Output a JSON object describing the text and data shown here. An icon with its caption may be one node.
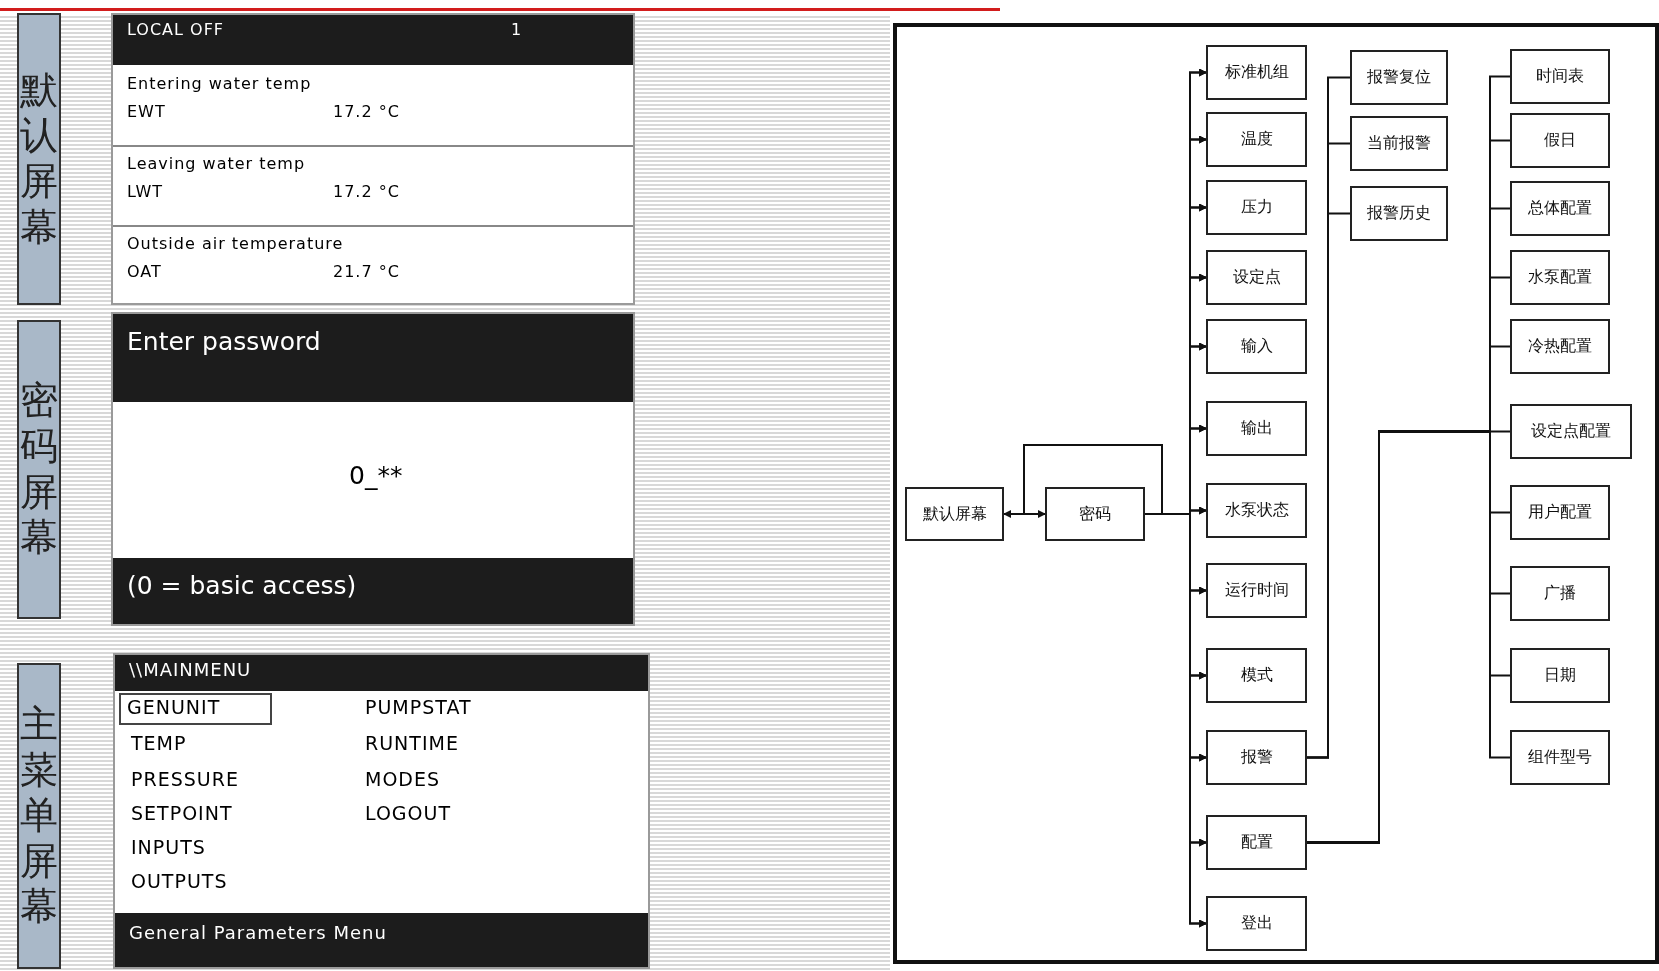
{
  "diagram": {
    "nodes": [
      {
        "text": [
          "默认屏幕"
        ]
      },
      {
        "text": [
          "LOCAL OFF",
          "1",
          "Entering water temp",
          "EWT",
          "17.2 °C",
          "Leaving water temp",
          "LWT",
          "17.2 °C",
          "Outside air temperature",
          "OAT",
          "21.7 °C"
        ]
      },
      {
        "text": [
          "密码屏幕"
        ]
      },
      {
        "text": [
          "Enter password",
          "0_**",
          "(0 = basic access)"
        ]
      },
      {
        "text": [
          "主菜单屏幕"
        ]
      },
      {
        "text": [
          "\\\\MAINMENU",
          "GENUNIT",
          "PUMPSTAT",
          "TEMP",
          "RUNTIME",
          "PRESSURE",
          "MODES",
          "SETPOINT",
          "LOGOUT",
          "INPUTS",
          "OUTPUTS",
          "General Parameters Menu"
        ]
      },
      {
        "text": [
          "默认屏幕"
        ]
      },
      {
        "text": [
          "密码"
        ]
      },
      {
        "text": [
          "标准机组"
        ]
      },
      {
        "text": [
          "温度"
        ]
      },
      {
        "text": [
          "压力"
        ]
      },
      {
        "text": [
          "设定点"
        ]
      },
      {
        "text": [
          "输入"
        ]
      },
      {
        "text": [
          "输出"
        ]
      },
      {
        "text": [
          "水泵状态"
        ]
      },
      {
        "text": [
          "运行时间"
        ]
      },
      {
        "text": [
          "模式"
        ]
      },
      {
        "text": [
          "报警"
        ]
      },
      {
        "text": [
          "配置"
        ]
      },
      {
        "text": [
          "登出"
        ]
      },
      {
        "text": [
          "报警复位"
        ]
      },
      {
        "text": [
          "当前报警"
        ]
      },
      {
        "text": [
          "报警历史"
        ]
      },
      {
        "text": [
          "时间表"
        ]
      },
      {
        "text": [
          "假日"
        ]
      },
      {
        "text": [
          "总体配置"
        ]
      },
      {
        "text": [
          "水泵配置"
        ]
      },
      {
        "text": [
          "冷热配置"
        ]
      },
      {
        "text": [
          "设定点配置"
        ]
      },
      {
        "text": [
          "用户配置"
        ]
      },
      {
        "text": [
          "广播"
        ]
      },
      {
        "text": [
          "日期"
        ]
      },
      {
        "text": [
          "组件型号"
        ]
      }
    ],
    "edges": [
      {
        "from": 6,
        "to": 7,
        "arrow": "both"
      },
      {
        "from": 6,
        "to": 8,
        "arrow": "to"
      },
      {
        "from": 6,
        "to": 9,
        "arrow": "to"
      },
      {
        "from": 6,
        "to": 10,
        "arrow": "to"
      },
      {
        "from": 6,
        "to": 11,
        "arrow": "to"
      },
      {
        "from": 6,
        "to": 12,
        "arrow": "to"
      },
      {
        "from": 6,
        "to": 13,
        "arrow": "to"
      },
      {
        "from": 6,
        "to": 14,
        "arrow": "to"
      },
      {
        "from": 6,
        "to": 15,
        "arrow": "to"
      },
      {
        "from": 6,
        "to": 16,
        "arrow": "to"
      },
      {
        "from": 6,
        "to": 17,
        "arrow": "to"
      },
      {
        "from": 6,
        "to": 18,
        "arrow": "to"
      },
      {
        "from": 6,
        "to": 19,
        "arrow": "to"
      },
      {
        "from": 7,
        "to": 8,
        "arrow": "to"
      },
      {
        "from": 7,
        "to": 9,
        "arrow": "to"
      },
      {
        "from": 7,
        "to": 10,
        "arrow": "to"
      },
      {
        "from": 7,
        "to": 11,
        "arrow": "to"
      },
      {
        "from": 7,
        "to": 12,
        "arrow": "to"
      },
      {
        "from": 7,
        "to": 13,
        "arrow": "to"
      },
      {
        "from": 7,
        "to": 14,
        "arrow": "to"
      },
      {
        "from": 7,
        "to": 15,
        "arrow": "to"
      },
      {
        "from": 7,
        "to": 16,
        "arrow": "to"
      },
      {
        "from": 7,
        "to": 17,
        "arrow": "to"
      },
      {
        "from": 7,
        "to": 18,
        "arrow": "to"
      },
      {
        "from": 7,
        "to": 19,
        "arrow": "to"
      },
      {
        "from": 17,
        "to": 20,
        "arrow": "none"
      },
      {
        "from": 17,
        "to": 21,
        "arrow": "none"
      },
      {
        "from": 17,
        "to": 22,
        "arrow": "none"
      },
      {
        "from": 18,
        "to": 23,
        "arrow": "none"
      },
      {
        "from": 18,
        "to": 24,
        "arrow": "none"
      },
      {
        "from": 18,
        "to": 25,
        "arrow": "none"
      },
      {
        "from": 18,
        "to": 26,
        "arrow": "none"
      },
      {
        "from": 18,
        "to": 27,
        "arrow": "none"
      },
      {
        "from": 18,
        "to": 28,
        "arrow": "none"
      },
      {
        "from": 18,
        "to": 29,
        "arrow": "none"
      },
      {
        "from": 18,
        "to": 30,
        "arrow": "none"
      },
      {
        "from": 18,
        "to": 31,
        "arrow": "none"
      },
      {
        "from": 18,
        "to": 32,
        "arrow": "none"
      }
    ]
  }
}
